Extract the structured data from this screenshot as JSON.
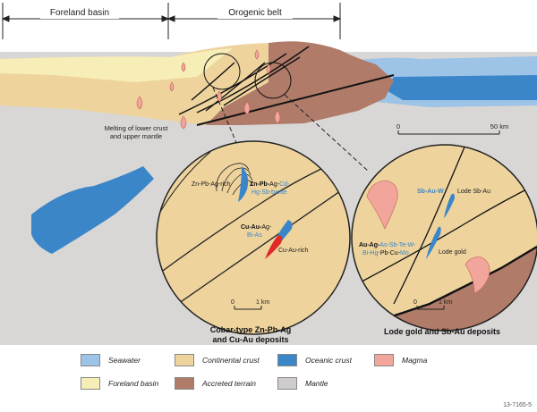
{
  "header": {
    "foreland_basin": "Foreland basin",
    "orogenic_belt": "Orogenic belt"
  },
  "labels": {
    "melting": [
      "Melting of lower crust",
      "and upper mantle"
    ]
  },
  "scale_main": {
    "zero": "0",
    "end": "50 km"
  },
  "circle_left": {
    "top_left": "Zn-Pb-Ag-rich",
    "assemblage1_line1_black": "Zn-Pb-",
    "assemblage1_line1_black2": "Ag-",
    "assemblage1_line1_blue": "Cd-",
    "assemblage1_line2_blue": "Hg-Sb-barite",
    "assemblage2_line1_black": "Cu-Au-",
    "assemblage2_line1_black2": "Ag-",
    "assemblage2_line2_blue": "Bi-As",
    "cu_au_rich": "Cu-Au-rich",
    "scale_zero": "0",
    "scale_end": "1 km",
    "caption_line1": "Cobar-type Zn-Pb-Ag",
    "caption_line2": "and Cu-Au deposits"
  },
  "circle_right": {
    "sb_au_w_black": "Sb-Au-",
    "sb_au_w_blue": "W",
    "lode_sb_au": "Lode Sb-Au",
    "assemblage_line1_black": "Au-Ag-",
    "assemblage_line1_blue": "As-Sb-Te-W-",
    "assemblage_line2_blue": "Bi-Hg-",
    "assemblage_line2_black": "Pb-Cu-",
    "assemblage_line2_blue2": "Mo",
    "lode_gold": "Lode gold",
    "scale_zero": "0",
    "scale_end": "1 km",
    "caption": "Lode gold and Sb-Au deposits"
  },
  "legend": [
    {
      "label": "Seawater",
      "color": "#9dc3e6"
    },
    {
      "label": "Continental crust",
      "color": "#eed39d"
    },
    {
      "label": "Oceanic crust",
      "color": "#3a86c8"
    },
    {
      "label": "Magma",
      "color": "#f2a59a"
    },
    {
      "label": "Foreland basin",
      "color": "#f7edb7"
    },
    {
      "label": "Accreted terrain",
      "color": "#b07b68"
    },
    {
      "label": "Mantle",
      "color": "#cfcccb"
    }
  ],
  "figure_id": "13-7165-5"
}
